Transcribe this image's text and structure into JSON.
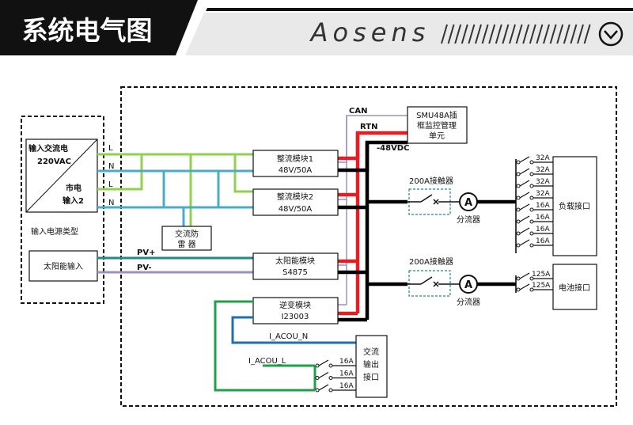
{
  "header": {
    "title": "系统电气图",
    "brand": "Aosens",
    "icon": "chevron-down-circle-icon"
  },
  "input_power": {
    "ac_label_1": "输入交流电",
    "ac_label_2": "220VAC",
    "mains_label_1": "市电",
    "mains_label_2": "输入2",
    "terminals": [
      "L",
      "N",
      "L",
      "N"
    ],
    "type_caption": "输入电源类型",
    "solar_input": "太阳能输入"
  },
  "modules": {
    "rectifier1": [
      "整流模块1",
      "48V/50A"
    ],
    "rectifier2": [
      "整流模块2",
      "48V/50A"
    ],
    "solar": [
      "太阳能模块",
      "S4875"
    ],
    "inverter": [
      "逆变模块",
      "I23003"
    ],
    "smu": [
      "SMU48A插",
      "框监控管理",
      "单元"
    ],
    "surge": [
      "交流防",
      "雷  器"
    ]
  },
  "buses": {
    "can": "CAN",
    "rtn": "RTN",
    "dc": "-48VDC",
    "pv_plus": "PV+",
    "pv_minus": "PV-",
    "iacou_n": "I_ACOU_N",
    "iacou_l": "I_ACOU_L"
  },
  "contactors": {
    "load": "200A接触器",
    "battery": "200A接触器",
    "shunt": "分流器"
  },
  "load_breakers": [
    "32A",
    "32A",
    "32A",
    "32A",
    "16A",
    "16A",
    "16A",
    "16A"
  ],
  "battery_breakers": [
    "125A",
    "125A"
  ],
  "ac_out_breakers": [
    "16A",
    "16A",
    "16A"
  ],
  "ports": {
    "load": "负载接口",
    "battery": "电池接口",
    "ac_out": [
      "交流",
      "输出",
      "接口"
    ]
  },
  "colors": {
    "header_bg": "#111111",
    "green": "#92d050",
    "blue": "#4bacc6",
    "purple": "#9e8fc0",
    "teal": "#218a82",
    "red": "#e31e24",
    "black": "#000000",
    "dark_blue": "#1f6fae",
    "green2": "#20a04a"
  }
}
